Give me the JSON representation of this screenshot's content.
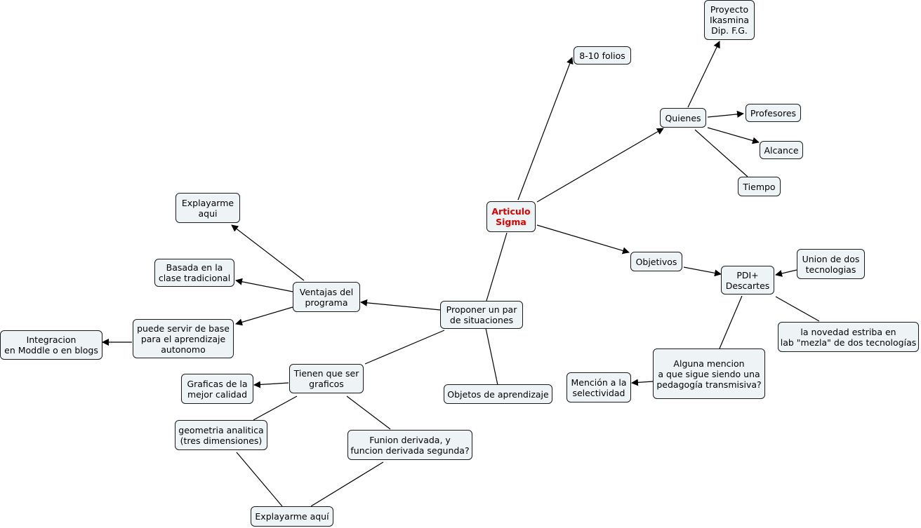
{
  "nodes": {
    "articulo": "Articulo\nSigma",
    "folios": "8-10 folios",
    "quienes": "Quienes",
    "proyecto": "Proyecto\nIkasmina\nDip. F.G.",
    "profesores": "Profesores",
    "alcance": "Alcance",
    "tiempo": "Tiempo",
    "objetivos": "Objetivos",
    "pdi": "PDI+\nDescartes",
    "union": "Union de dos\ntecnologias",
    "novedad": "la novedad estriba en\nlab \"mezla\" de dos tecnologías",
    "alguna": "Alguna mencion\na que sigue siendo una\npedagogía transmisiva?",
    "mencion": "Mención a la\nselectividad",
    "proponer": "Proponer un par\nde situaciones",
    "objetos": "Objetos de aprendizaje",
    "ventajas": "Ventajas del\nprograma",
    "explayarme1": "Explayarme\naqui",
    "basada": "Basada en la\nclase tradicional",
    "puede": "puede servir de base\npara el aprendizaje\nautonomo",
    "integracion": "Integracion\nen Moddle o en blogs",
    "tienen": "Tienen que ser\ngraficos",
    "graficas": "Graficas de la\nmejor calidad",
    "geometria": "geometria analitica\n(tres dimensiones)",
    "funion": "Funion derivada, y\nfuncion derivada segunda?",
    "explayarme2": "Explayarme aquí"
  },
  "colors": {
    "root_text": "#dd0000",
    "node_fill": "#eef3f5",
    "line": "#000000"
  }
}
